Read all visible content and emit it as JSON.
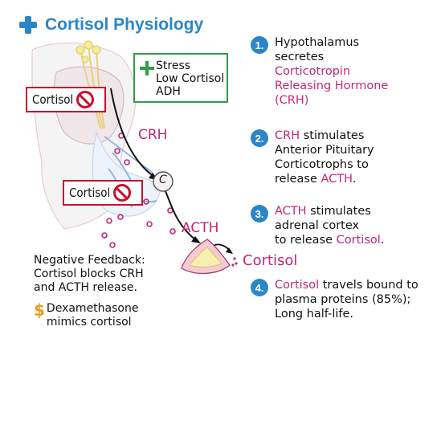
{
  "title": "Cortisol Physiology",
  "stress_box": {
    "lines": [
      "Stress",
      "Low Cortisol",
      "ADH"
    ]
  },
  "inhibit_box_top": {
    "label": "Cortisol"
  },
  "inhibit_box_mid": {
    "label": "Cortisol"
  },
  "diagram_labels": {
    "crh": "CRH",
    "corticotroph": "C",
    "acth": "ACTH",
    "cortisol": "Cortisol"
  },
  "steps": [
    {
      "num": "1.",
      "lines": [
        {
          "text": "Hypothalamus",
          "color": "#111111"
        },
        {
          "text": "secretes",
          "color": "#111111"
        },
        {
          "text": "Corticotropin",
          "color": "#c0287a"
        },
        {
          "text": "Releasing Hormone",
          "color": "#c0287a"
        },
        {
          "text": "(CRH)",
          "color": "#c0287a"
        }
      ]
    },
    {
      "num": "2.",
      "lines": [
        {
          "parts": [
            {
              "text": "CRH",
              "color": "#c0287a"
            },
            {
              "text": " stimulates",
              "color": "#111111"
            }
          ]
        },
        {
          "text": "Anterior Pituitary",
          "color": "#111111"
        },
        {
          "text": "Corticotrophs to",
          "color": "#111111"
        },
        {
          "parts": [
            {
              "text": "release ",
              "color": "#111111"
            },
            {
              "text": "ACTH",
              "color": "#c0287a"
            },
            {
              "text": ".",
              "color": "#111111"
            }
          ]
        }
      ]
    },
    {
      "num": "3.",
      "lines": [
        {
          "parts": [
            {
              "text": "ACTH",
              "color": "#c0287a"
            },
            {
              "text": " stimulates",
              "color": "#111111"
            }
          ]
        },
        {
          "text": "adrenal cortex",
          "color": "#111111"
        },
        {
          "parts": [
            {
              "text": "to release ",
              "color": "#111111"
            },
            {
              "text": "Cortisol",
              "color": "#c0287a"
            },
            {
              "text": ".",
              "color": "#111111"
            }
          ]
        }
      ]
    },
    {
      "num": "4.",
      "lines": [
        {
          "parts": [
            {
              "text": "Cortisol",
              "color": "#c0287a"
            },
            {
              "text": " travels bound to",
              "color": "#111111"
            }
          ]
        },
        {
          "text": "plasma proteins (85%);",
          "color": "#111111"
        },
        {
          "text": "Long half-life.",
          "color": "#111111"
        }
      ]
    }
  ],
  "negative_feedback": [
    "Negative Feedback:",
    "Cortisol blocks CRH",
    "and ACTH release."
  ],
  "dexamethasone": [
    "Dexamethasone",
    "mimics cortisol"
  ],
  "colors": {
    "accent_blue": "#2a86c8",
    "hormone_pink": "#c0287a",
    "inhibit_red": "#c8102e",
    "stress_green": "#2e9e4a",
    "dexa_orange": "#f09a1a"
  }
}
